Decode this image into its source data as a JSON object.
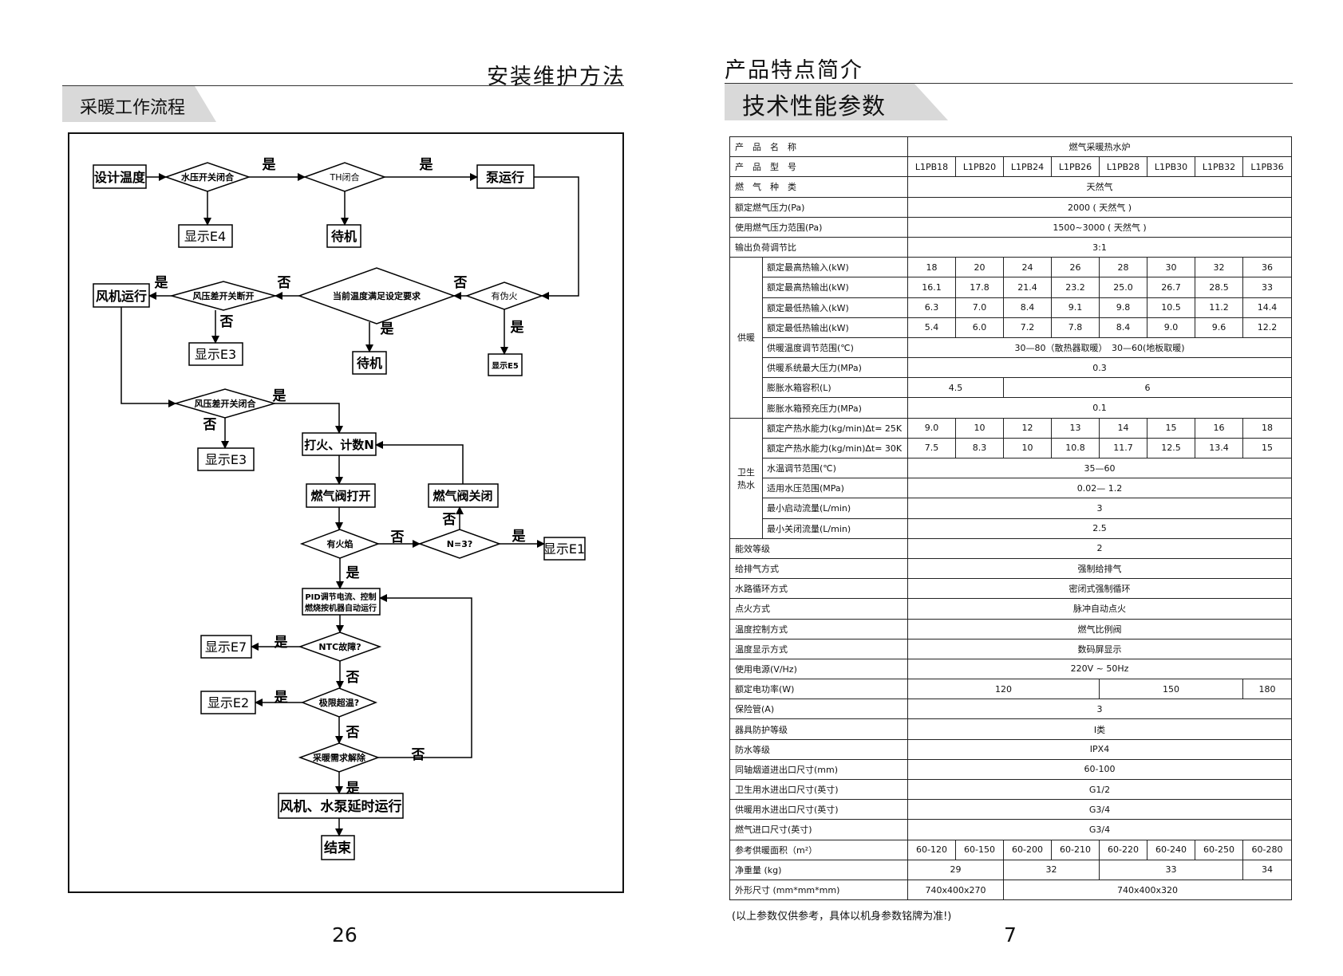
{
  "left": {
    "header": "安装维护方法",
    "section_title": "采暖工作流程",
    "page_number": "26",
    "flow": {
      "set_temp": "设计温度",
      "water_switch": "水压开关闭合",
      "th_closed": "TH闭合",
      "pump_run": "泵运行",
      "show_e4": "显示E4",
      "standby1": "待机",
      "fan_run": "风机运行",
      "fan_diff_open": "风压差开关断开",
      "cur_temp_ok": "当前温度满足设定要求",
      "false_fire": "有伪火",
      "show_e3a": "显示E3",
      "standby2": "待机",
      "show_e5": "显示E5",
      "fan_diff_close": "风压差开关闭合",
      "show_e3b": "显示E3",
      "ignite": "打火、计数N",
      "gas_open": "燃气阀打开",
      "gas_close": "燃气阀关闭",
      "has_flame": "有火焰",
      "n_eq_3": "N=3?",
      "show_e1": "显示E1",
      "pid_line1": "PID调节电流、控制",
      "pid_line2": "燃烧按机器自动运行",
      "ntc_fault": "NTC故障?",
      "show_e7": "显示E7",
      "over_temp": "极限超温?",
      "show_e2": "显示E2",
      "heat_release": "采暖需求解除",
      "delay_run": "风机、水泵延时运行",
      "end": "结束",
      "yes": "是",
      "no": "否"
    }
  },
  "right": {
    "header": "产品特点简介",
    "section_title": "技术性能参数",
    "page_number": "7",
    "footnote": "(以上参数仅供参考，具体以机身参数铭牌为准!)",
    "groups": {
      "heating": "供暖",
      "dhw_line1": "卫生",
      "dhw_line2": "热水"
    },
    "rows": {
      "product_name": {
        "label": "产　品　名　称",
        "value": "燃气采暖热水炉"
      },
      "model": {
        "label": "产　品　型　号",
        "values": [
          "L1PB18",
          "L1PB20",
          "L1PB24",
          "L1PB26",
          "L1PB28",
          "L1PB30",
          "L1PB32",
          "L1PB36"
        ]
      },
      "gas_type": {
        "label": "燃　气　种　类",
        "value": "天然气"
      },
      "gas_pressure": {
        "label": "额定燃气压力(Pa)",
        "value": "2000 ( 天然气 )"
      },
      "gas_range": {
        "label": "使用燃气压力范围(Pa)",
        "value": "1500~3000 ( 天然气 )"
      },
      "turndown": {
        "label": "输出负荷调节比",
        "value": "3:1"
      },
      "max_in": {
        "label": "额定最高热输入(kW)",
        "values": [
          "18",
          "20",
          "24",
          "26",
          "28",
          "30",
          "32",
          "36"
        ]
      },
      "max_out": {
        "label": "额定最高热输出(kW)",
        "values": [
          "16.1",
          "17.8",
          "21.4",
          "23.2",
          "25.0",
          "26.7",
          "28.5",
          "33"
        ]
      },
      "min_in": {
        "label": "额定最低热输入(kW)",
        "values": [
          "6.3",
          "7.0",
          "8.4",
          "9.1",
          "9.8",
          "10.5",
          "11.2",
          "14.4"
        ]
      },
      "min_out": {
        "label": "额定最低热输出(kW)",
        "values": [
          "5.4",
          "6.0",
          "7.2",
          "7.8",
          "8.4",
          "9.0",
          "9.6",
          "12.2"
        ]
      },
      "heat_range": {
        "label": "供暖温度调节范围(℃)",
        "value": "30—80（散热器取暖）　30—60(地板取暖)"
      },
      "heat_pressure": {
        "label": "供暖系统最大压力(MPa)",
        "value": "0.3"
      },
      "tank_vol": {
        "label": "膨胀水箱容积(L)",
        "values": [
          "4.5",
          "6"
        ]
      },
      "tank_pre": {
        "label": "膨胀水箱预充压力(MPa)",
        "value": "0.1"
      },
      "dhw25": {
        "label": "额定产热水能力(kg/min)Δt= 25K",
        "values": [
          "9.0",
          "10",
          "12",
          "13",
          "14",
          "15",
          "16",
          "18"
        ]
      },
      "dhw30": {
        "label": "额定产热水能力(kg/min)Δt= 30K",
        "values": [
          "7.5",
          "8.3",
          "10",
          "10.8",
          "11.7",
          "12.5",
          "13.4",
          "15"
        ]
      },
      "dhw_range": {
        "label": "水温调节范围(℃)",
        "value": "35—60"
      },
      "dhw_pressure": {
        "label": "适用水压范围(MPa)",
        "value": "0.02— 1.2"
      },
      "min_start": {
        "label": "最小启动流量(L/min)",
        "value": "3"
      },
      "min_stop": {
        "label": "最小关闭流量(L/min)",
        "value": "2.5"
      },
      "efficiency": {
        "label": "能效等级",
        "value": "2"
      },
      "flue": {
        "label": "给排气方式",
        "value": "强制给排气"
      },
      "water_circ": {
        "label": "水路循环方式",
        "value": "密闭式强制循环"
      },
      "ignition": {
        "label": "点火方式",
        "value": "脉冲自动点火"
      },
      "temp_ctrl": {
        "label": "温度控制方式",
        "value": "燃气比例阀"
      },
      "temp_disp": {
        "label": "温度显示方式",
        "value": "数码屏显示"
      },
      "power": {
        "label": "使用电源(V/Hz)",
        "value": "220V ~ 50Hz"
      },
      "rated_power": {
        "label": "额定电功率(W)",
        "values": [
          "120",
          "150",
          "180"
        ]
      },
      "fuse": {
        "label": "保险管(A)",
        "value": "3"
      },
      "protection": {
        "label": "器具防护等级",
        "value": "I类"
      },
      "waterproof": {
        "label": "防水等级",
        "value": "IPX4"
      },
      "flue_size": {
        "label": "同轴烟道进出口尺寸(mm)",
        "value": "60-100"
      },
      "dhw_conn": {
        "label": "卫生用水进出口尺寸(英寸)",
        "value": "G1/2"
      },
      "heat_conn": {
        "label": "供暖用水进出口尺寸(英寸)",
        "value": "G3/4"
      },
      "gas_conn": {
        "label": "燃气进口尺寸(英寸)",
        "value": "G3/4"
      },
      "area": {
        "label": "参考供暖面积（m²）",
        "values": [
          "60-120",
          "60-150",
          "60-200",
          "60-210",
          "60-220",
          "60-240",
          "60-250",
          "60-280"
        ]
      },
      "weight": {
        "label": "净重量 (kg)",
        "values": [
          "29",
          "32",
          "33",
          "34"
        ]
      },
      "dimension": {
        "label": "外形尺寸 (mm*mm*mm)",
        "values": [
          "740x400x270",
          "740x400x320"
        ]
      }
    }
  }
}
